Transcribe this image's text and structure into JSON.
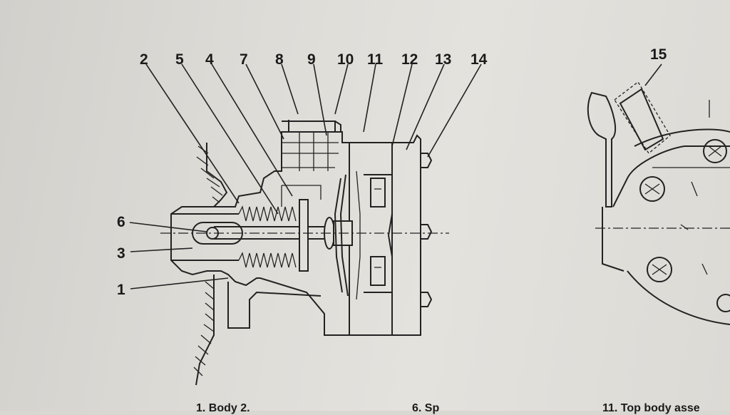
{
  "callouts": {
    "c1": "1",
    "c2": "2",
    "c3": "3",
    "c4": "4",
    "c5": "5",
    "c6": "6",
    "c7": "7",
    "c8": "8",
    "c9": "9",
    "c10": "10",
    "c11": "11",
    "c12": "12",
    "c13": "13",
    "c14": "14",
    "c15": "15"
  },
  "footer": {
    "left": "1. Body  2.",
    "middle": "6. Sp",
    "right": "11. Top body asse"
  },
  "colors": {
    "ink": "#222222",
    "paper": "#dedcd7"
  }
}
